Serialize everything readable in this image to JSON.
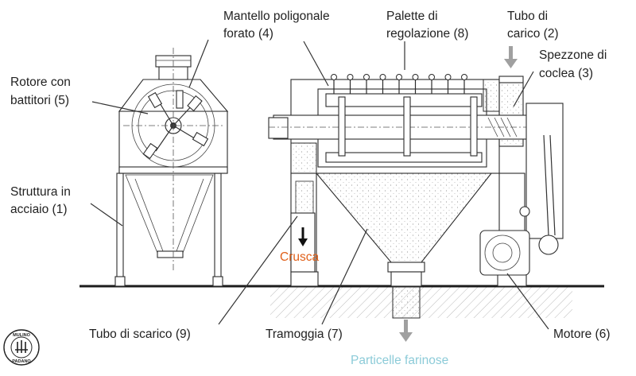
{
  "labels": {
    "mantello": "Mantello poligonale",
    "mantello2": "forato (4)",
    "palette": "Palette di",
    "palette2": "regolazione (8)",
    "tubo_carico": "Tubo di",
    "tubo_carico2": "carico (2)",
    "spezzone": "Spezzone di",
    "spezzone2": "coclea (3)",
    "rotore": "Rotore con",
    "rotore2": "battitori (5)",
    "struttura": "Struttura in",
    "struttura2": "acciaio (1)",
    "crusca": "Crusca",
    "tubo_scarico": "Tubo di scarico (9)",
    "tramoggia": "Tramoggia (7)",
    "motore": "Motore (6)",
    "particelle": "Particelle farinose"
  },
  "logo": {
    "top_text": "MULINO",
    "bottom_text": "PADANO"
  },
  "colors": {
    "crusca": "#e0601a",
    "particelle": "#8ccbd8",
    "line": "#2b2b2b"
  }
}
